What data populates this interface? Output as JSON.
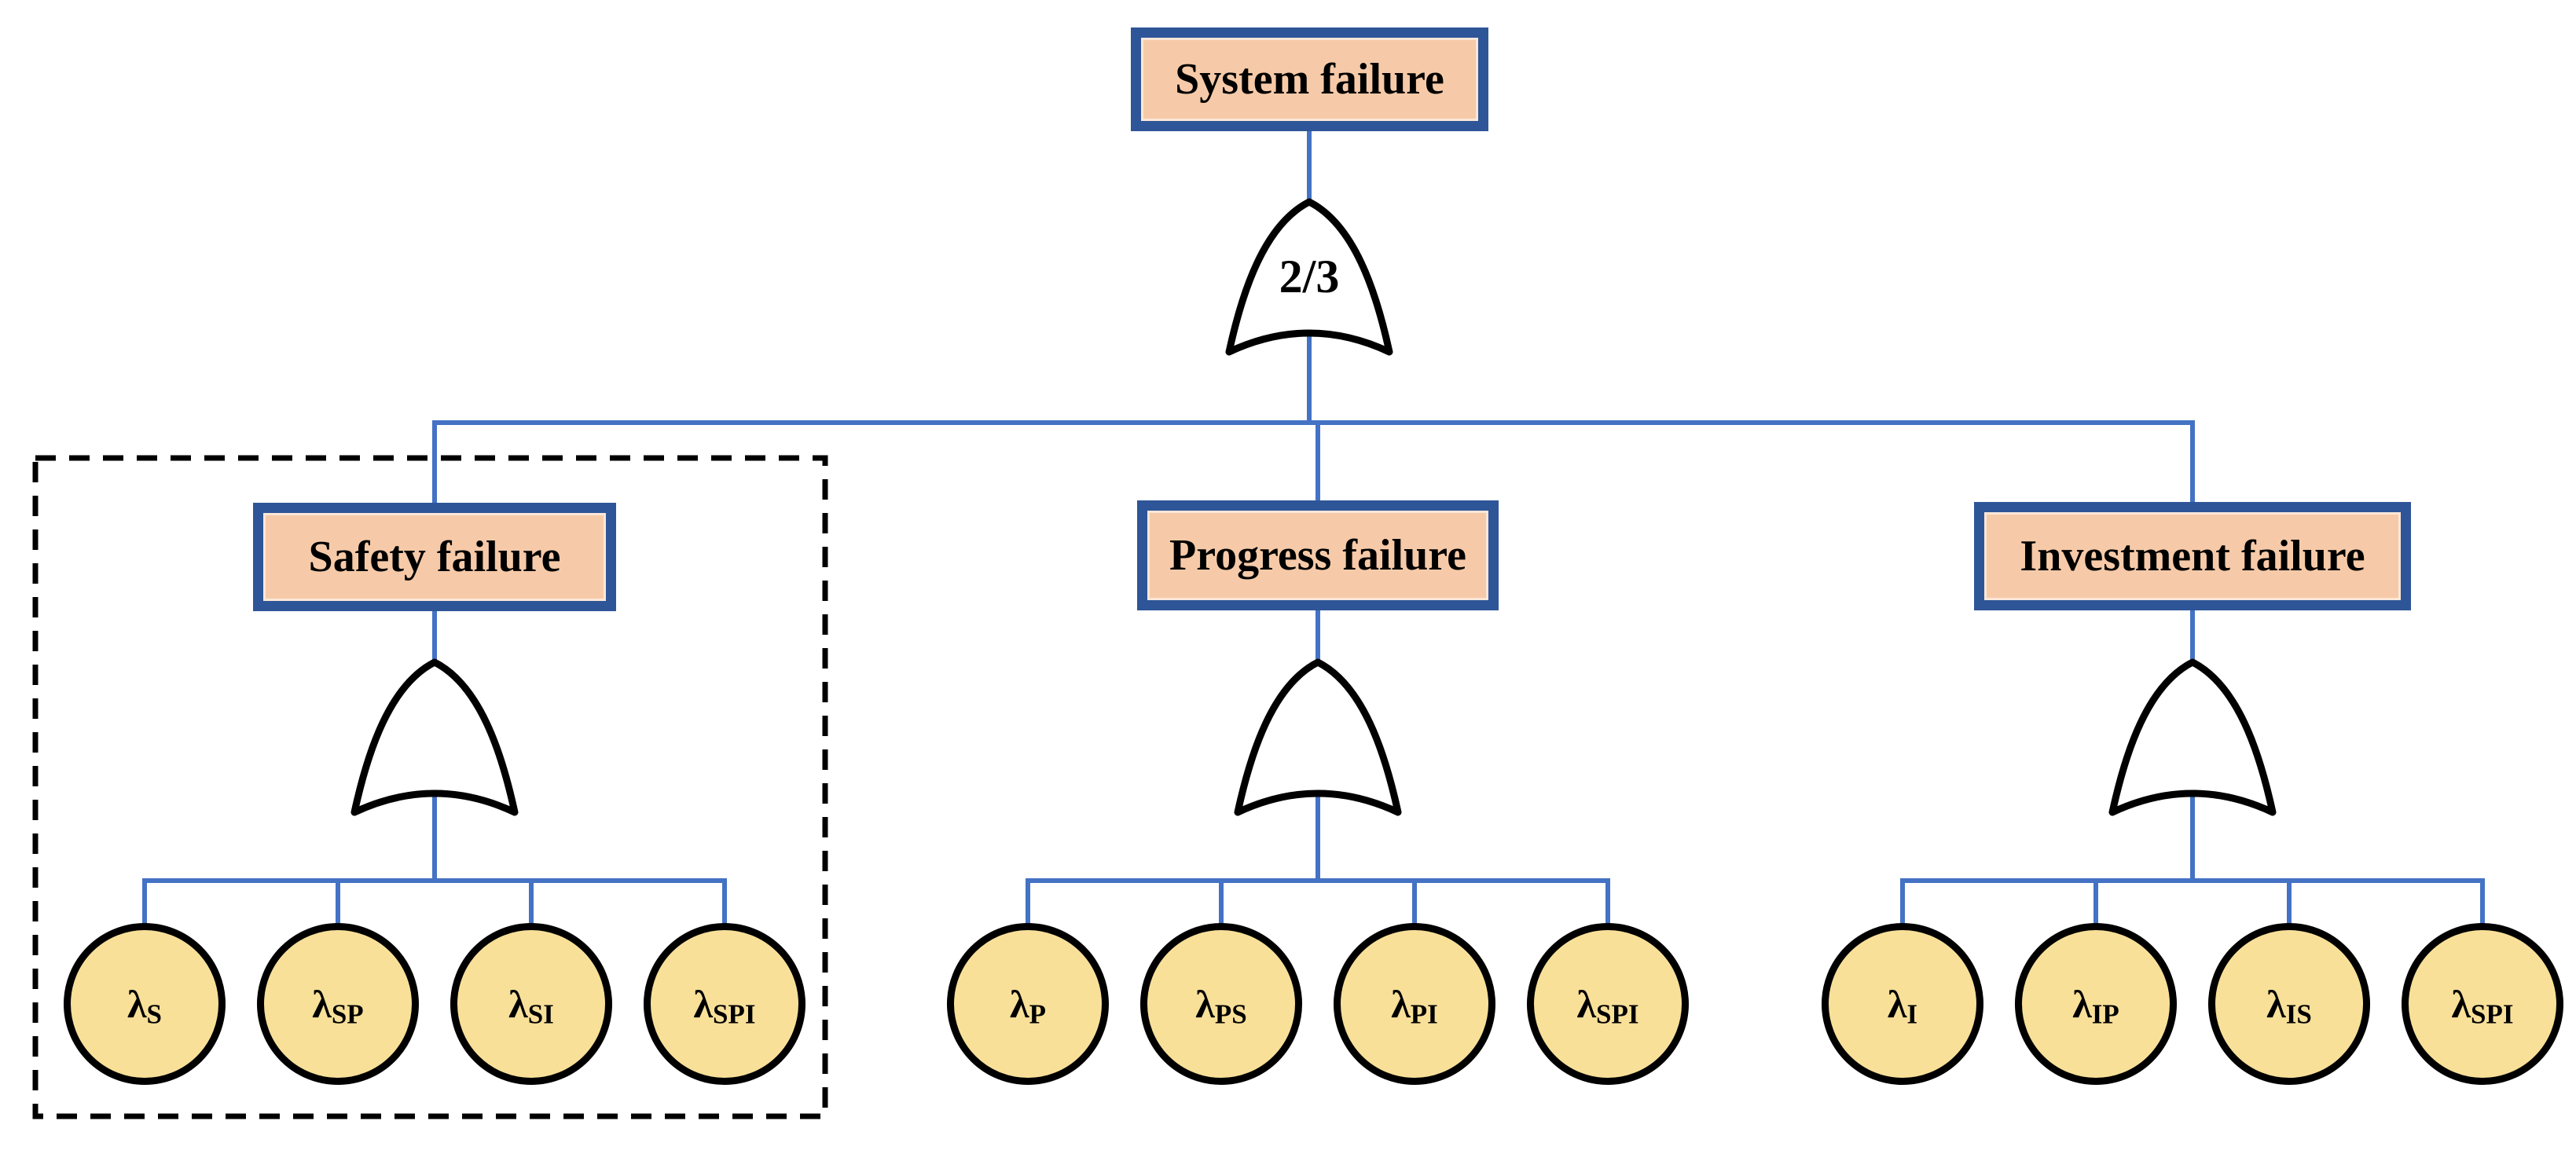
{
  "colors": {
    "box_fill": "#F6CAA8",
    "box_border": "#2E5597",
    "connector": "#4472C4",
    "event_fill": "#F8E099",
    "gate_stroke": "#000000",
    "gate_fill": "#FFFFFF",
    "dashed_border": "#000000"
  },
  "tree": {
    "top_event": {
      "label": "System failure",
      "gate_type": "voting-or",
      "gate_label": "2/3"
    },
    "branches": [
      {
        "label": "Safety failure",
        "gate_type": "or",
        "grouped_by_dashed_box": true,
        "events": [
          {
            "symbol": "λ",
            "sub": "S"
          },
          {
            "symbol": "λ",
            "sub": "SP"
          },
          {
            "symbol": "λ",
            "sub": "SI"
          },
          {
            "symbol": "λ",
            "sub": "SPI"
          }
        ]
      },
      {
        "label": "Progress failure",
        "gate_type": "or",
        "grouped_by_dashed_box": false,
        "events": [
          {
            "symbol": "λ",
            "sub": "P"
          },
          {
            "symbol": "λ",
            "sub": "PS"
          },
          {
            "symbol": "λ",
            "sub": "PI"
          },
          {
            "symbol": "λ",
            "sub": "SPI"
          }
        ]
      },
      {
        "label": "Investment failure",
        "gate_type": "or",
        "grouped_by_dashed_box": false,
        "events": [
          {
            "symbol": "λ",
            "sub": "I"
          },
          {
            "symbol": "λ",
            "sub": "IP"
          },
          {
            "symbol": "λ",
            "sub": "IS"
          },
          {
            "symbol": "λ",
            "sub": "SPI"
          }
        ]
      }
    ]
  }
}
